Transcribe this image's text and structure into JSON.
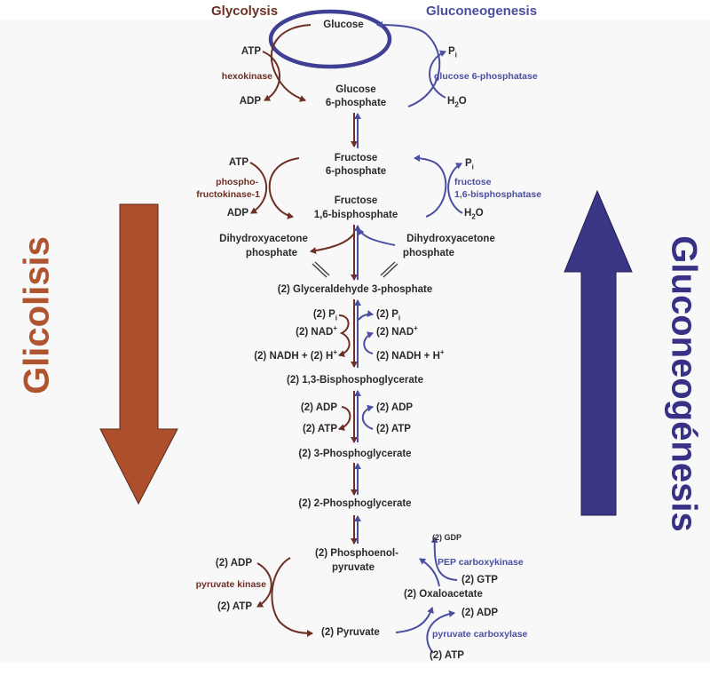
{
  "colors": {
    "glycolysis": "#6e2f24",
    "gluconeogenesis": "#4a4fa0",
    "glycolysis_big_arrow": "#ad4f2d",
    "gluconeogenesis_big_arrow": "#3b3585",
    "background": "#f8f8f8"
  },
  "titles": {
    "glycolysis": "Glycolysis",
    "gluconeogenesis": "Gluconeogenesis",
    "side_left": "Glicolisis",
    "side_right": "Gluconeogénesis"
  },
  "metabolites": {
    "glucose": "Glucose",
    "g6p_1": "Glucose",
    "g6p_2": "6-phosphate",
    "f6p_1": "Fructose",
    "f6p_2": "6-phosphate",
    "f16bp_1": "Fructose",
    "f16bp_2": "1,6-bisphosphate",
    "dhap_left_1": "Dihydroxyacetone",
    "dhap_left_2": "phosphate",
    "dhap_right_1": "Dihydroxyacetone",
    "dhap_right_2": "phosphate",
    "g3p": "(2) Glyceraldehyde 3-phosphate",
    "bpg13": "(2) 1,3-Bisphosphoglycerate",
    "pg3": "(2) 3-Phosphoglycerate",
    "pg2": "(2) 2-Phosphoglycerate",
    "pep_1": "(2) Phosphoenol-",
    "pep_2": "pyruvate",
    "pyruvate": "(2) Pyruvate",
    "oaa": "(2) Oxaloacetate"
  },
  "cofactors": {
    "hk_atp": "ATP",
    "hk_adp": "ADP",
    "g6pase_pi": "P",
    "g6pase_pi_sub": "i",
    "g6pase_h2o": "H",
    "g6pase_h2o_sub": "2",
    "g6pase_h2o_o": "O",
    "pfk_atp": "ATP",
    "pfk_adp": "ADP",
    "fbpase_pi": "P",
    "fbpase_pi_sub": "i",
    "fbpase_h2o": "H",
    "fbpase_h2o_sub": "2",
    "fbpase_h2o_o": "O",
    "gapdh_left_pi": "(2) P",
    "gapdh_left_pi_sub": "i",
    "gapdh_left_nad": "(2) NAD",
    "gapdh_left_nad_sup": "+",
    "gapdh_left_nadh": "(2) NADH + (2) H",
    "gapdh_left_nadh_sup": "+",
    "gapdh_right_pi": "(2) P",
    "gapdh_right_pi_sub": "i",
    "gapdh_right_nad": "(2) NAD",
    "gapdh_right_nad_sup": "+",
    "gapdh_right_nadh": "(2) NADH + H",
    "gapdh_right_nadh_sup": "+",
    "pgk_left_adp": "(2) ADP",
    "pgk_left_atp": "(2) ATP",
    "pgk_right_adp": "(2) ADP",
    "pgk_right_atp": "(2) ATP",
    "pk_adp": "(2) ADP",
    "pk_atp": "(2) ATP",
    "pepck_gdp": "(2) GDP",
    "pepck_gtp": "(2) GTP",
    "pc_adp": "(2) ADP",
    "pc_atp": "(2) ATP"
  },
  "enzymes": {
    "hexokinase": "hexokinase",
    "g6pase": "glucose 6-phosphatase",
    "pfk_1": "phospho-",
    "pfk_2": "fructokinase-1",
    "fbpase_1": "fructose",
    "fbpase_2": "1,6-bisphosphatase",
    "pyruvate_kinase": "pyruvate kinase",
    "pepck": "PEP carboxykinase",
    "pyruvate_carboxylase": "pyruvate carboxylase"
  }
}
